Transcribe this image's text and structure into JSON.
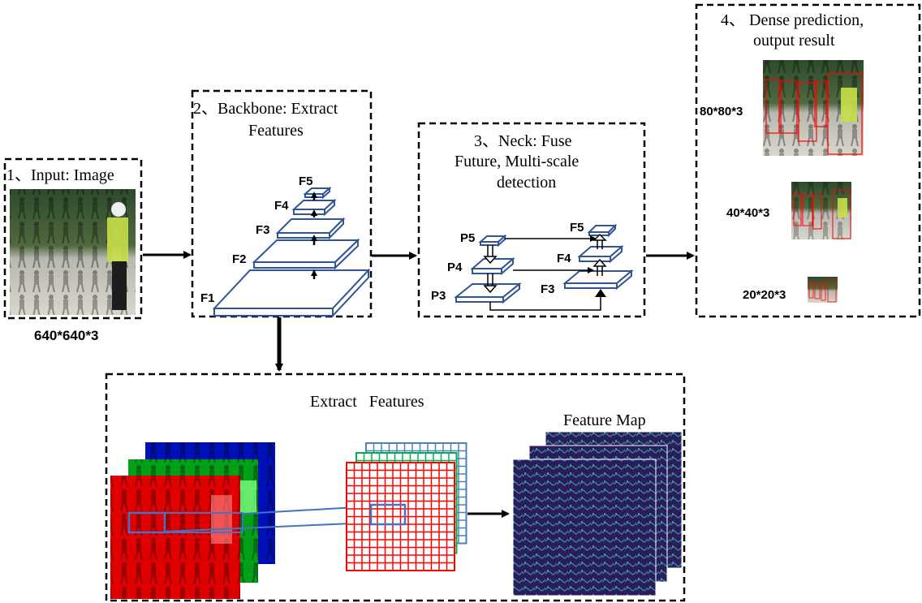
{
  "input": {
    "title": "1、Input: Image",
    "size": "640*640*3"
  },
  "backbone": {
    "title_line1": "2、Backbone: Extract",
    "title_line2": "Features",
    "levels": [
      "F1",
      "F2",
      "F3",
      "F4",
      "F5"
    ]
  },
  "neck": {
    "title_line1": "3、Neck: Fuse",
    "title_line2": "Future, Multi-scale",
    "title_line3": "detection",
    "left_levels": [
      "P3",
      "P4",
      "P5"
    ],
    "right_levels": [
      "F3",
      "F4",
      "F5"
    ]
  },
  "prediction": {
    "title_line1": "4、 Dense prediction,",
    "title_line2": "output result",
    "scales": [
      "80*80*3",
      "40*40*3",
      "20*20*3"
    ]
  },
  "extract": {
    "title": "Extract   Features",
    "feature_map_label": "Feature Map",
    "channels": [
      "red",
      "green",
      "blue"
    ]
  },
  "colors": {
    "outline": "#000000",
    "layer_blue": "#2f5597",
    "kernel_blue": "#4472c4",
    "grid_red": "#ff0000",
    "grid_green": "#00b050",
    "grid_blue": "#4f81bd",
    "feature_map_dark": "#2b1e5a",
    "feature_map_light": "#3a7a8c"
  }
}
